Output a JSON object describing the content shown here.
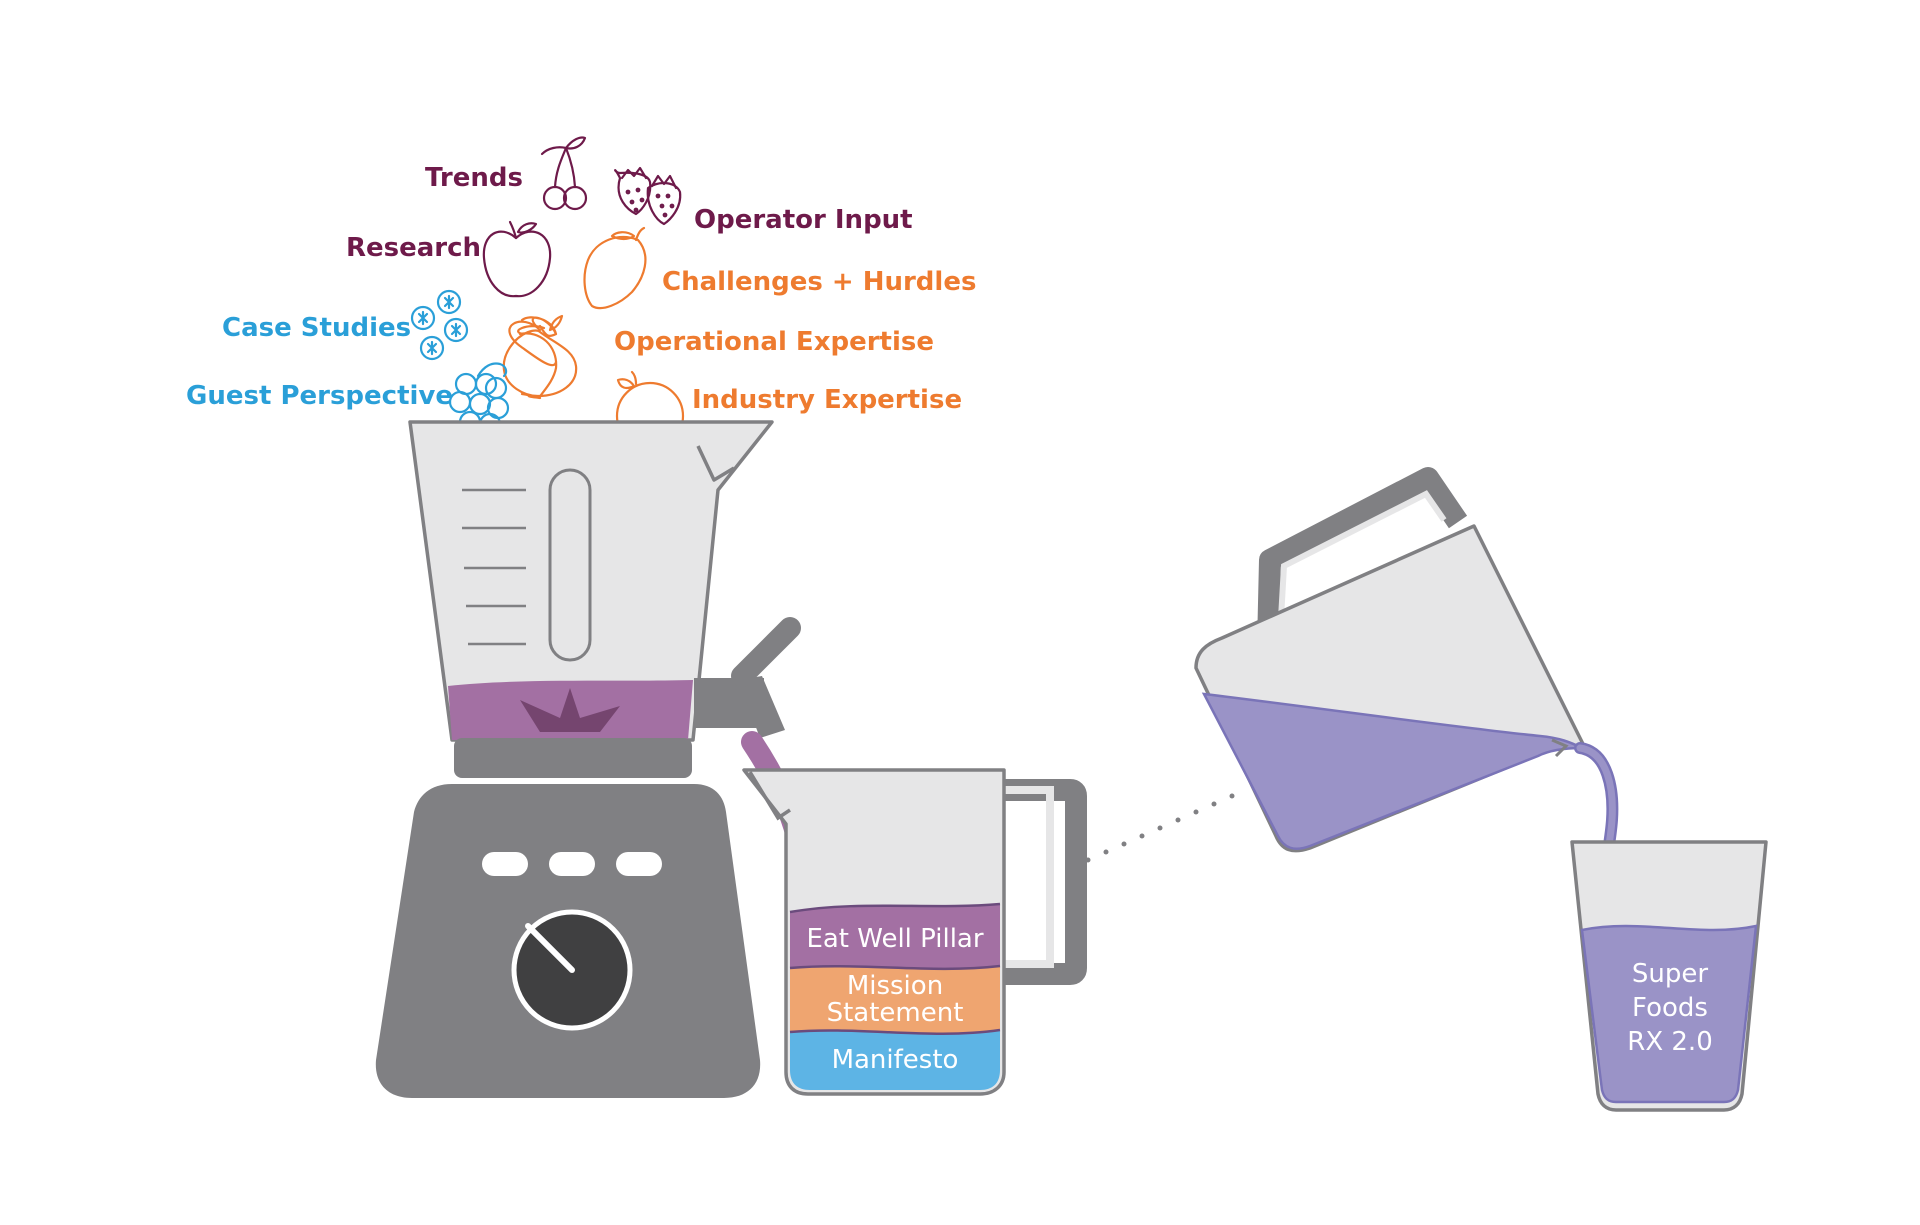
{
  "colors": {
    "plum": "#6e1a4a",
    "orange": "#ee7b2f",
    "blue": "#2a9fd8",
    "gray_dark": "#808083",
    "gray_light": "#e6e6e7",
    "smoothie": "#a370a3",
    "lavender": "#9a93c7",
    "mission": "#efa570",
    "manifesto": "#5db4e5"
  },
  "ingredients": [
    {
      "label": "Trends",
      "icon": "cherry-icon",
      "color": "#6e1a4a"
    },
    {
      "label": "Operator Input",
      "icon": "strawberry-icon",
      "color": "#6e1a4a"
    },
    {
      "label": "Research",
      "icon": "apple-icon",
      "color": "#6e1a4a"
    },
    {
      "label": "Challenges + Hurdles",
      "icon": "mango-icon",
      "color": "#ee7b2f"
    },
    {
      "label": "Case Studies",
      "icon": "blueberries-icon",
      "color": "#2a9fd8"
    },
    {
      "label": "Operational Expertise",
      "icon": "peach-icon",
      "color": "#ee7b2f"
    },
    {
      "label": "Guest Perspective",
      "icon": "grapes-icon",
      "color": "#2a9fd8"
    },
    {
      "label": "Industry Expertise",
      "icon": "orange-icon",
      "color": "#ee7b2f"
    }
  ],
  "pitcher_layers": [
    {
      "label": "Eat Well Pillar",
      "color": "#a370a3"
    },
    {
      "label": "Mission Statement",
      "lines": [
        "Mission",
        "Statement"
      ],
      "color": "#efa570"
    },
    {
      "label": "Manifesto",
      "color": "#5db4e5"
    }
  ],
  "glass": {
    "lines": [
      "Super",
      "Foods",
      "RX 2.0"
    ],
    "color": "#9a93c7"
  }
}
